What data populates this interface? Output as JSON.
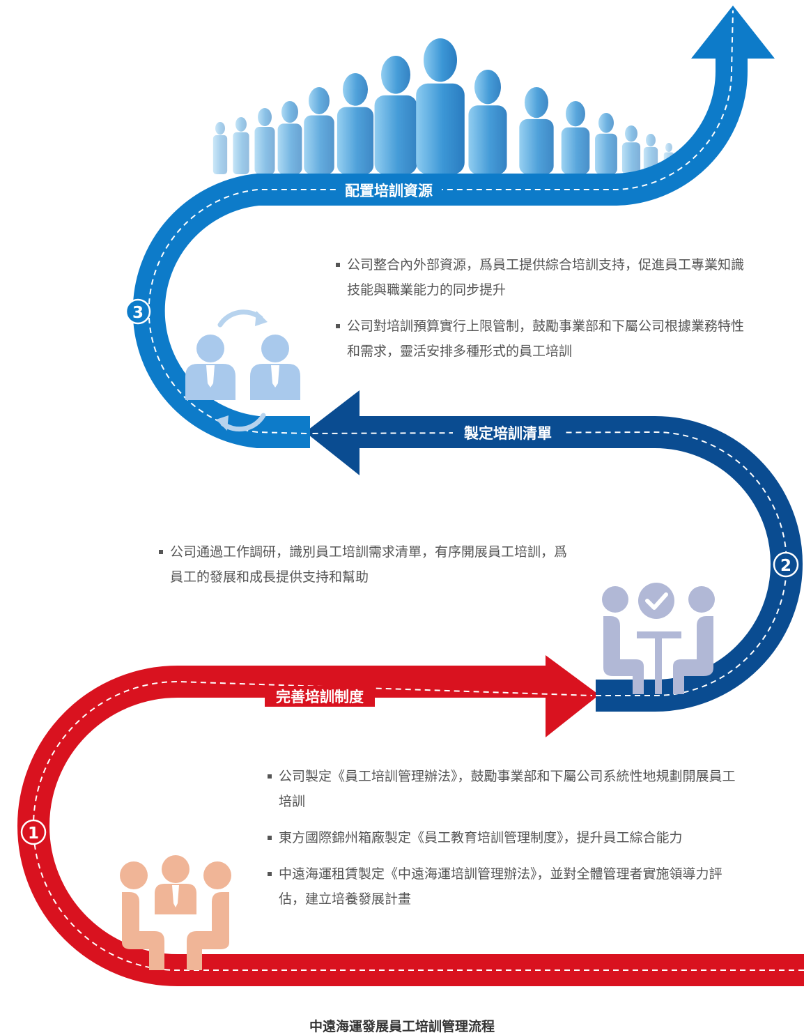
{
  "stages": [
    {
      "number": "1",
      "title": "完善培訓制度",
      "color": "#d9121f",
      "icon": "meeting-people-icon",
      "bullets": [
        "公司製定《員工培訓管理辦法》，鼓勵事業部和下屬公司系統性地規劃開展員工培訓",
        "東方國際錦州箱廠製定《員工教育培訓管理制度》，提升員工綜合能力",
        "中遠海運租賃製定《中遠海運培訓管理辦法》，並對全體管理者實施領導力評估，建立培養發展計畫"
      ]
    },
    {
      "number": "2",
      "title": "製定培訓清單",
      "color": "#0a4c91",
      "icon": "checklist-meeting-icon",
      "bullets": [
        "公司通過工作調研，識別員工培訓需求清單，有序開展員工培訓，爲員工的發展和成長提供支持和幫助"
      ]
    },
    {
      "number": "3",
      "title": "配置培訓資源",
      "color": "#0d7bc9",
      "icon": "exchange-people-icon",
      "bullets": [
        "公司整合內外部資源，爲員工提供綜合培訓支持，促進員工專業知識技能與職業能力的同步提升",
        "公司對培訓預算實行上限管制，鼓勵事業部和下屬公司根據業務特性和需求，靈活安排多種形式的員工培訓"
      ]
    }
  ],
  "caption": "中遠海運發展員工培訓管理流程",
  "crowd_icon": "crowd-of-people-icon"
}
